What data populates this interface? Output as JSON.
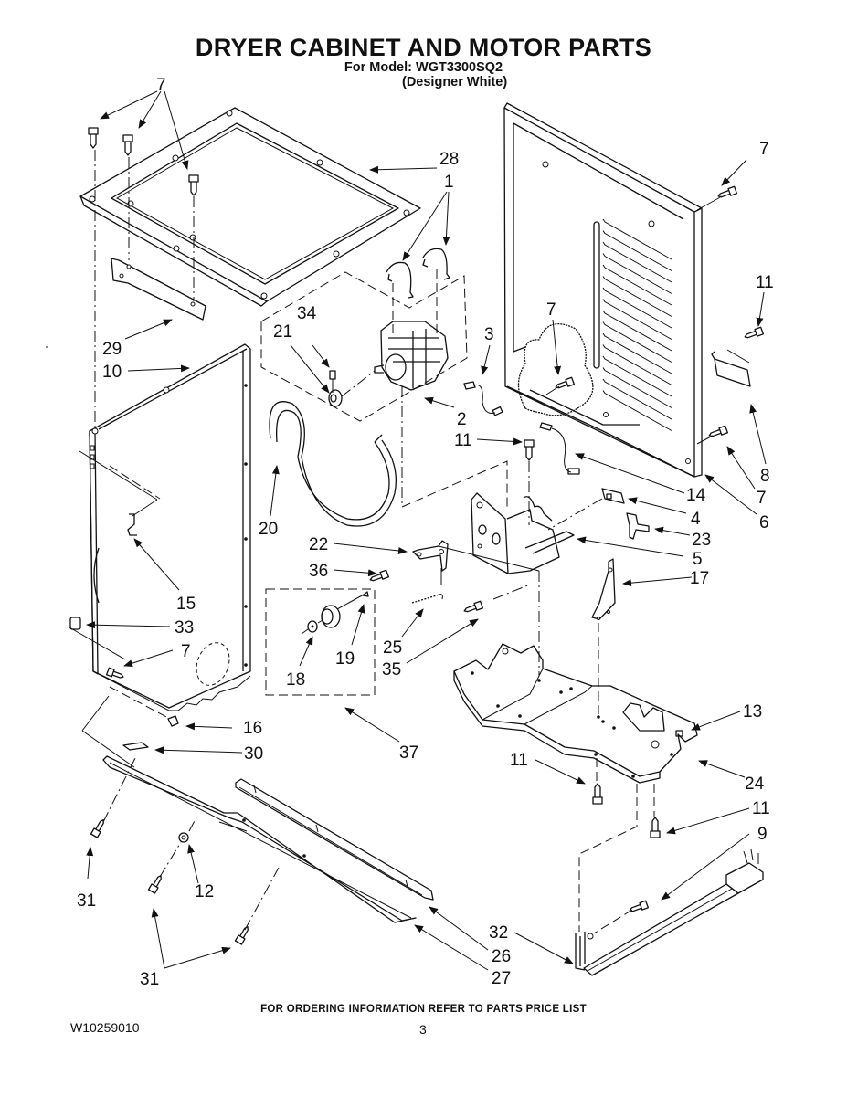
{
  "header": {
    "title": "DRYER CABINET AND MOTOR PARTS",
    "model_line": "For Model: WGT3300SQ2",
    "color_line": "(Designer White)"
  },
  "footer": {
    "ordering_note": "FOR ORDERING INFORMATION REFER TO PARTS PRICE LIST",
    "document_number": "W10259010",
    "page_number": "3"
  },
  "callouts": {
    "top_screws": "7",
    "top_panel": "28",
    "motor_clips": "1",
    "top_bracket": "29",
    "side_panel": "10",
    "pulley_nut": "34",
    "pulley": "21",
    "motor_wire": "3",
    "motor": "2",
    "rear_panel_screw_top": "7",
    "rear_panel_inner_screw": "7",
    "rear_clip_screw": "11",
    "rear_clip": "8",
    "rear_panel_screw_bottom": "7",
    "rear_panel": "6",
    "motor_mount_screw": "11",
    "wire_harness": "14",
    "switch": "4",
    "switch_bracket": "23",
    "motor_mount": "5",
    "belt": "20",
    "idler_bracket": "22",
    "idler_screw": "36",
    "tension_spring": "25",
    "bracket_17": "17",
    "latch_15": "15",
    "clip_33": "33",
    "side_panel_screw": "7",
    "idler_washer": "18",
    "idler_pulley": "19",
    "base_screw": "35",
    "base_fastener": "13",
    "foot_16": "16",
    "clip_30": "30",
    "idler_kit": "37",
    "base_screw_left": "11",
    "base": "24",
    "base_screw_right": "11",
    "power_cord": "9",
    "toe_screw_left": "31",
    "nut_12": "12",
    "toe_screws_bottom": "31",
    "strain_relief": "32",
    "rail_26": "26",
    "rail_27": "27"
  }
}
